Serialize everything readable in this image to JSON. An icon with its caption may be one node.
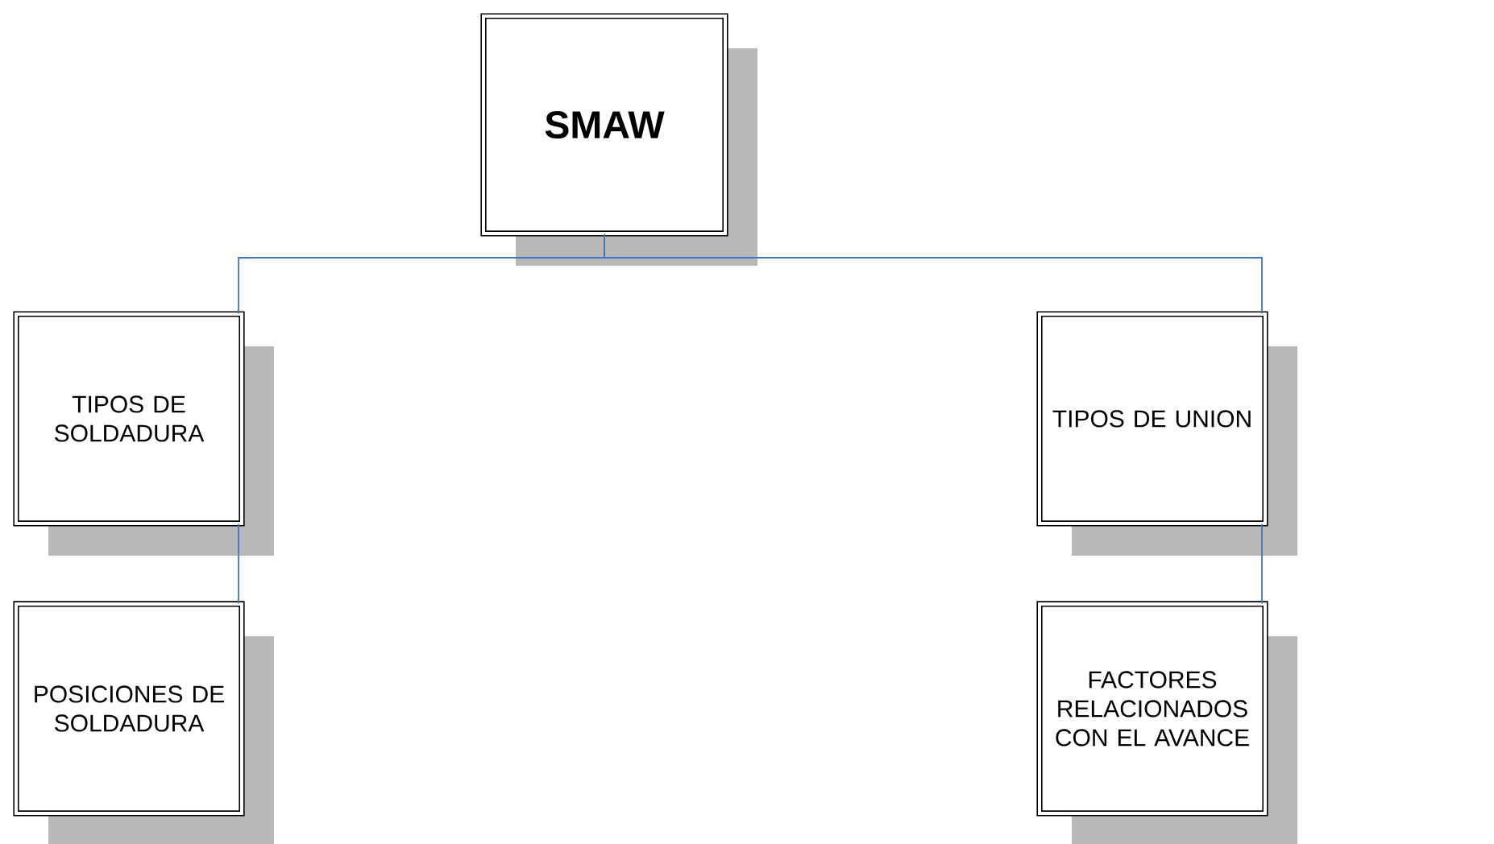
{
  "diagram": {
    "nodes": [
      {
        "text": [
          "SMAW"
        ]
      },
      {
        "text": [
          "TIPOS DE SOLDADURA"
        ]
      },
      {
        "text": [
          "TIPOS DE UNION"
        ]
      },
      {
        "text": [
          "POSICIONES DE SOLDADURA"
        ]
      },
      {
        "text": [
          "FACTORES RELACIONADOS CON EL AVANCE"
        ]
      }
    ],
    "edges": [
      {
        "from": 0,
        "to": 1,
        "arrow": "none"
      },
      {
        "from": 0,
        "to": 2,
        "arrow": "none"
      },
      {
        "from": 1,
        "to": 3,
        "arrow": "none"
      },
      {
        "from": 2,
        "to": 4,
        "arrow": "none"
      }
    ]
  }
}
